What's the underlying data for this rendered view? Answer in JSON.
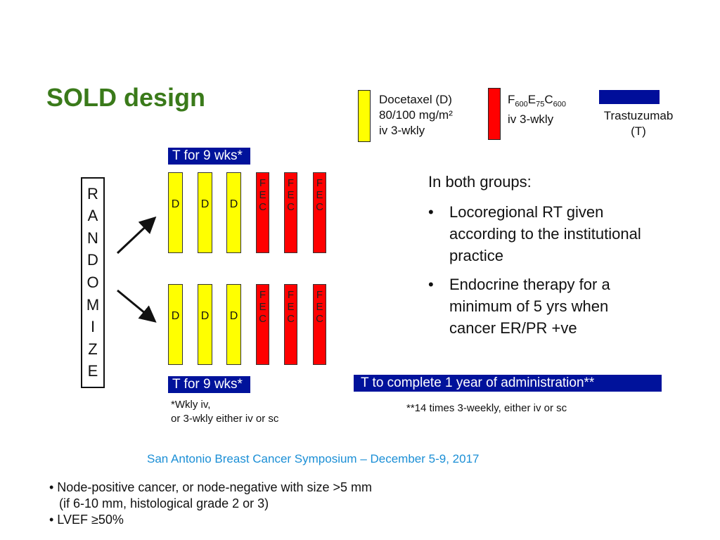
{
  "title": "SOLD design",
  "legend": {
    "docetaxel": [
      "Docetaxel (D)",
      "80/100 mg/m²",
      "iv 3-wkly"
    ],
    "fec_line1": "F600E75C600",
    "fec_line2": "iv 3-wkly",
    "trastuzumab": [
      "Trastuzumab",
      "(T)"
    ]
  },
  "randomize": [
    "R",
    "A",
    "N",
    "D",
    "O",
    "M",
    "I",
    "Z",
    "E"
  ],
  "arms": {
    "top_bar": "T for 9 wks*",
    "bottom_bar": "T for 9 wks*",
    "d_label": "D",
    "fec_letters": [
      "F",
      "E",
      "C"
    ]
  },
  "right_panel": {
    "heading": "In both groups:",
    "bullets": [
      "Locoregional RT given according to the institutional practice",
      "Endocrine therapy for a minimum of 5 yrs when cancer ER/PR +ve"
    ]
  },
  "t_complete_bar": "T to complete 1 year of administration**",
  "notes": {
    "left_1": "*Wkly iv,",
    "left_2": "or 3-wkly either iv or sc",
    "right": "**14 times 3-weekly, either iv or sc"
  },
  "footer": "San Antonio Breast Cancer Symposium – December 5-9, 2017",
  "bottom_bullets": [
    "• Node-positive cancer, or node-negative with size >5 mm",
    "(if 6-10 mm, histological grade 2 or 3)",
    "• LVEF ≥50%"
  ],
  "colors": {
    "title": "#3a7a1a",
    "yellow": "#ffff00",
    "red": "#ff0000",
    "navy": "#000e9a",
    "footer": "#1b8fd6"
  }
}
